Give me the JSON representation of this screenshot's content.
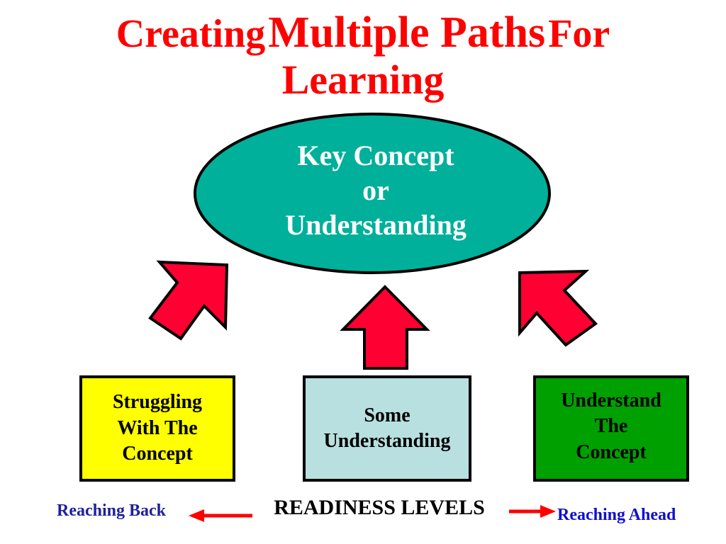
{
  "title": {
    "part1": "Creating",
    "part2": "Multiple Paths",
    "part3": "For",
    "line2": "Learning"
  },
  "central": {
    "line1": "Key Concept",
    "line2": "or",
    "line3": "Understanding"
  },
  "levels": {
    "left": {
      "line1": "Struggling",
      "line2": "With The",
      "line3": "Concept"
    },
    "middle": {
      "line1": "Some",
      "line2": "Understanding"
    },
    "right": {
      "line1": "Understand",
      "line2": "The",
      "line3": "Concept"
    }
  },
  "axis": {
    "label": "READINESS LEVELS",
    "back": "Reaching Back",
    "ahead": "Reaching Ahead"
  },
  "colors": {
    "title": "#ff0000",
    "ellipse_fill": "#00b09a",
    "arrow_fill": "#ff0033",
    "left_box": "#ffff00",
    "middle_box": "#b8e0e0",
    "right_box": "#00a000",
    "back_text": "#1f1f9c",
    "ahead_text": "#1010cc",
    "axis_arrows": "#ff0000"
  },
  "icons": {
    "up_arrows": "block-arrow-up-icon",
    "axis_arrows": "line-arrow-icon"
  }
}
